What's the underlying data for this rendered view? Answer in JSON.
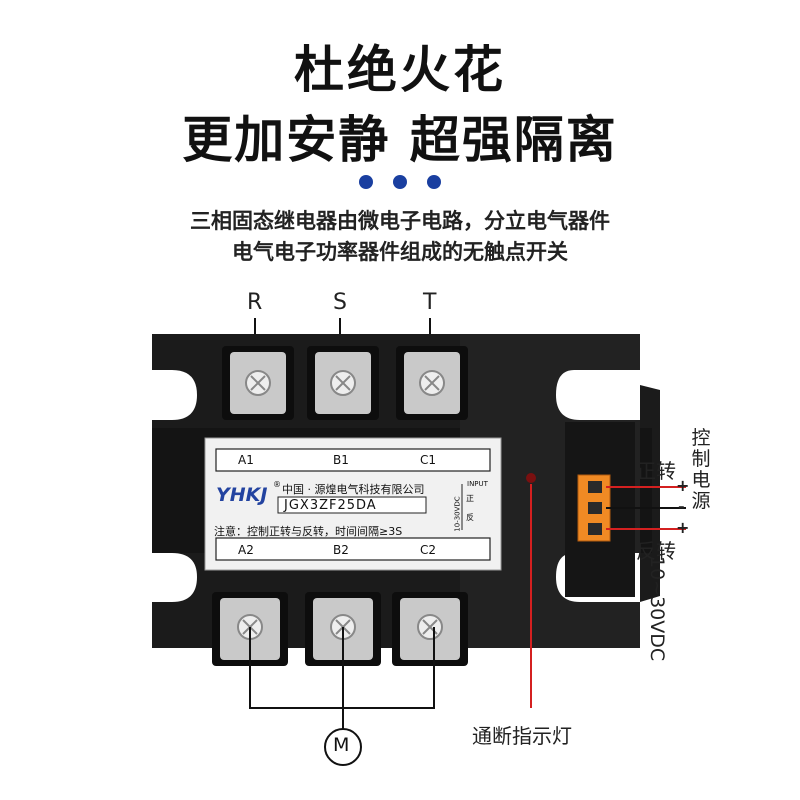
{
  "headline": {
    "line1": "杜绝火花",
    "line2": "更加安静 超强隔离"
  },
  "description": {
    "line1": "三相固态继电器由微电子电路，分立电气器件",
    "line2": "电气电子功率器件组成的无触点开关"
  },
  "phases": {
    "r": "R",
    "s": "S",
    "t": "T"
  },
  "relay_label": {
    "top_terminals": [
      "A1",
      "B1",
      "C1"
    ],
    "bottom_terminals": [
      "A2",
      "B2",
      "C2"
    ],
    "brand": "YHKJ",
    "registered": "®",
    "maker": "中国 · 源煌电气科技有限公司",
    "model": "JGX3ZF25DA",
    "input_title": "INPUT",
    "input_range": "10-30VDC",
    "input_forward": "正",
    "input_reverse": "反",
    "note": "注意：控制正转与反转，时间间隔≥3S"
  },
  "control": {
    "forward": "正转",
    "reverse": "反转",
    "plus1": "+",
    "minus": "-",
    "plus2": "+",
    "power_label": "控制电源",
    "voltage": "10~30VDC"
  },
  "indicator_label": "通断指示灯",
  "motor_symbol": "M",
  "colors": {
    "dots": "#1a3fa0",
    "indicator_line": "#d42020",
    "terminal_block": "#f08a24"
  }
}
